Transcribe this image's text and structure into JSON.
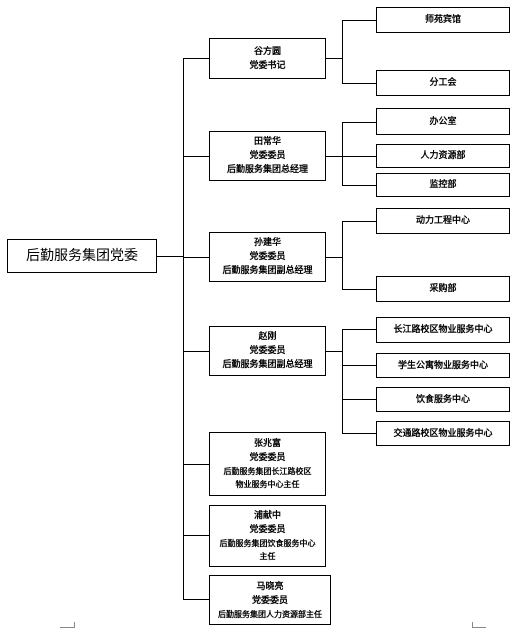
{
  "root": {
    "label": "后勤服务集团党委"
  },
  "leaders": [
    {
      "name": "谷方圆",
      "lines": [
        "党委书记"
      ],
      "departments": [
        "师苑宾馆",
        "分工会"
      ]
    },
    {
      "name": "田常华",
      "lines": [
        "党委委员",
        "后勤服务集团总经理"
      ],
      "departments": [
        "办公室",
        "人力资源部",
        "监控部"
      ]
    },
    {
      "name": "孙建华",
      "lines": [
        "党委委员",
        "后勤服务集团副总经理"
      ],
      "departments": [
        "动力工程中心",
        "采购部"
      ]
    },
    {
      "name": "赵刚",
      "lines": [
        "党委委员",
        "后勤服务集团副总经理"
      ],
      "departments": [
        "长江路校区物业服务中心",
        "学生公寓物业服务中心",
        "饮食服务中心",
        "交通路校区物业服务中心"
      ]
    },
    {
      "name": "张兆富",
      "lines": [
        "党委委员",
        "后勤服务集团长江路校区",
        "物业服务中心主任"
      ],
      "departments": []
    },
    {
      "name": "浦献中",
      "lines": [
        "党委委员",
        "后勤服务集团饮食服务中心",
        "主任"
      ],
      "departments": []
    },
    {
      "name": "马晓亮",
      "lines": [
        "党委委员",
        "后勤服务集团人力资源部主任"
      ],
      "departments": []
    }
  ]
}
